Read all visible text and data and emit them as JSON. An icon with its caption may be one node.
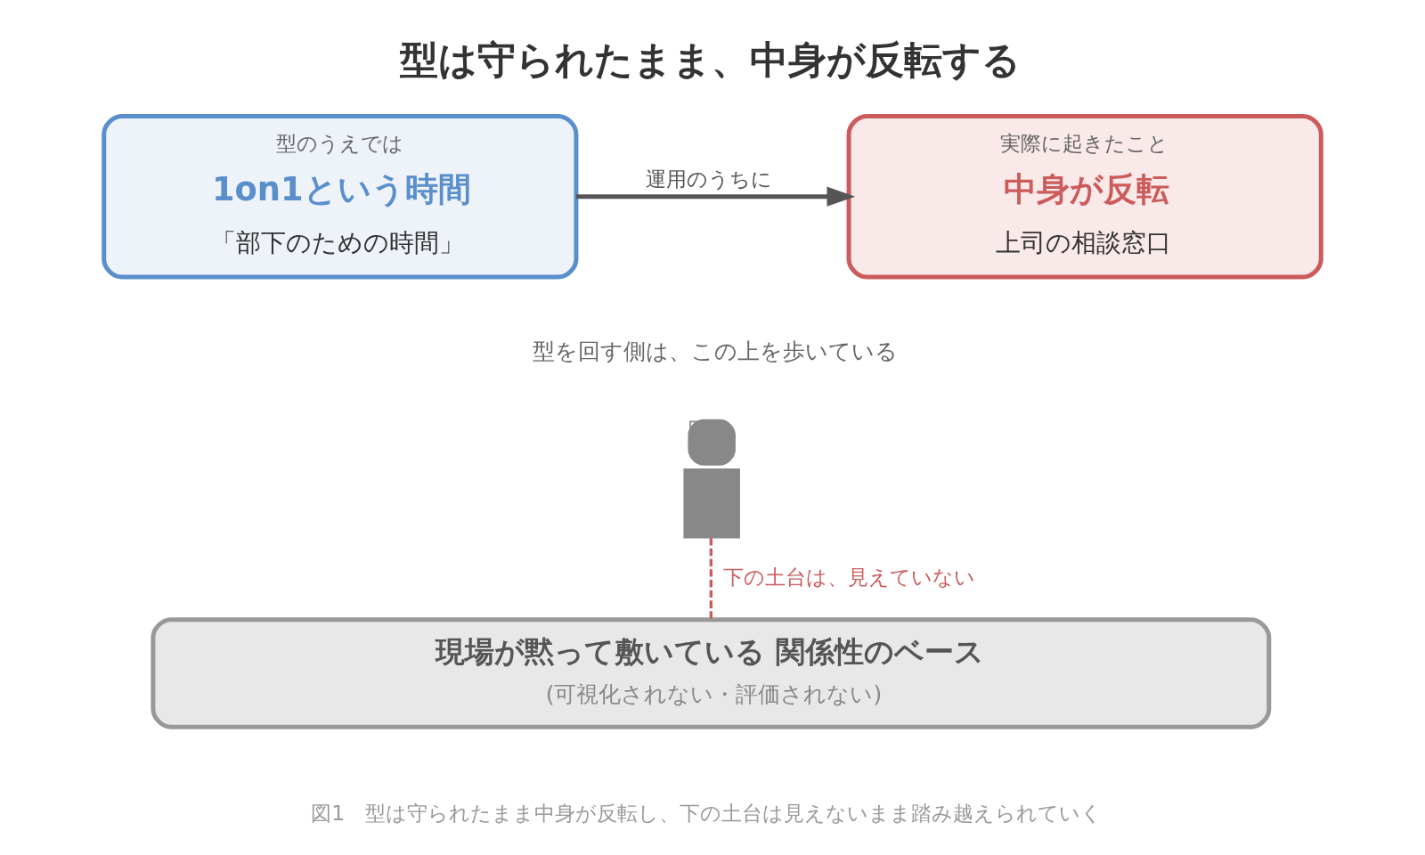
{
  "diagram": {
    "title": "型は守られたまま、中身が反転する",
    "caption": "図1　型は守られたまま中身が反転し、下の土台は見えないまま踏み越えられていく",
    "nodes": [
      {
        "text": [
          "型のうえでは",
          "1on1という時間",
          "「部下のための時間」"
        ]
      },
      {
        "text": [
          "実際に起きたこと",
          "中身が反転",
          "上司の相談窓口"
        ]
      },
      {
        "text": [],
        "shape": "person",
        "beside": [
          "型を回す側は、この上を歩いている"
        ]
      },
      {
        "text": [
          "現場が黙って敷いている 関係性のベース",
          "(可視化されない・評価されない)"
        ]
      }
    ],
    "edges": [
      {
        "from": 0,
        "to": 1,
        "arrow": "to",
        "label": "運用のうちに"
      },
      {
        "from": 2,
        "to": 3,
        "arrow": "none",
        "label": "下の土台は、見えていない",
        "style": "dashed",
        "color": "#cc5c5c"
      }
    ]
  }
}
